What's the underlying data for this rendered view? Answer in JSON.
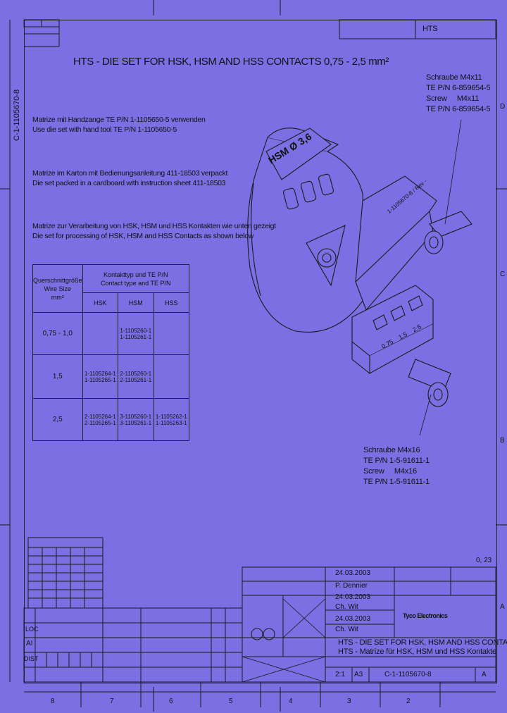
{
  "drawing": {
    "title": "HTS - DIE SET FOR HSK, HSM AND HSS CONTACTS   0,75 - 2,5 mm²",
    "header_box_code": "HTS",
    "side_number": "C-1-1105670-8"
  },
  "notes": [
    {
      "de": "Matrize mit Handzange TE P/N 1-1105650-5 verwenden",
      "en": "Use die set with hand tool TE P/N 1-1105650-5"
    },
    {
      "de": "Matrize im Karton mit Bedienungsanleitung 411-18503 verpackt",
      "en": "Die set packed in a cardboard with instruction sheet 411-18503"
    },
    {
      "de": "Matrize zur Verarbeitung von HSK, HSM und HSS Kontakten wie unten gezeigt",
      "en": "Die set for processing of HSK, HSM and HSS Contacts as shown below"
    }
  ],
  "spec_table": {
    "col1_header": [
      "Querschnittgröße",
      "Wire Size",
      "mm²"
    ],
    "group_header": [
      "Kontakttyp und TE P/N",
      "Contact type and TE P/N"
    ],
    "sub_headers": [
      "HSK",
      "HSM",
      "HSS"
    ],
    "rows": [
      {
        "size": "0,75 - 1,0",
        "hsk": "",
        "hsm": "1-1105260-1\n1-1105261-1",
        "hss": ""
      },
      {
        "size": "1,5",
        "hsk": "1-1105264-1\n1-1105265-1",
        "hsm": "2-1105260-1\n2-1105261-1",
        "hss": ""
      },
      {
        "size": "2,5",
        "hsk": "2-1105264-1\n2-1105265-1",
        "hsm": "3-1105260-1\n3-1105261-1",
        "hss": "1-1105262-1\n1-1105263-1"
      }
    ]
  },
  "callouts": {
    "screw_upper": "Schraube M4x11\nTE P/N 6-859654-5\nScrew     M4x11\nTE P/N 6-859654-5",
    "screw_lower": "Schraube M4x16\nTE P/N 1-5-91611-1\nScrew     M4x16\nTE P/N 1-5-91611-1"
  },
  "part_marks": {
    "die_label": "HSM Ø 3,6",
    "part_number_mark": "1-1105670-8 / Rev -",
    "die_numbers": "0,75    1,5    2,5"
  },
  "zones": {
    "right": [
      "D",
      "C",
      "B",
      "A"
    ],
    "bottom": [
      "8",
      "7",
      "6",
      "5",
      "4",
      "3",
      "2"
    ]
  },
  "title_block": {
    "dates": [
      "24.03.2003",
      "24.03.2003",
      "24.03.2003"
    ],
    "names": [
      "P. Dennier",
      "Ch. Wit",
      "Ch. Wit"
    ],
    "company": "Tyco Electronics",
    "title_en": "HTS - DIE SET FOR HSK, HSM AND HSS CONTACTS",
    "title_de": "HTS - Matrize für HSK, HSM und HSS Kontakte",
    "size": "A3",
    "drawing_number": "C-1-1105670-8",
    "revision": "A",
    "scale": "2:1",
    "sheet_corner": "0, 23",
    "rev_labels": [
      "LOC",
      "AI",
      "DIST"
    ]
  },
  "colors": {
    "background": "#7b70e3",
    "line": "#1a1a1a"
  }
}
